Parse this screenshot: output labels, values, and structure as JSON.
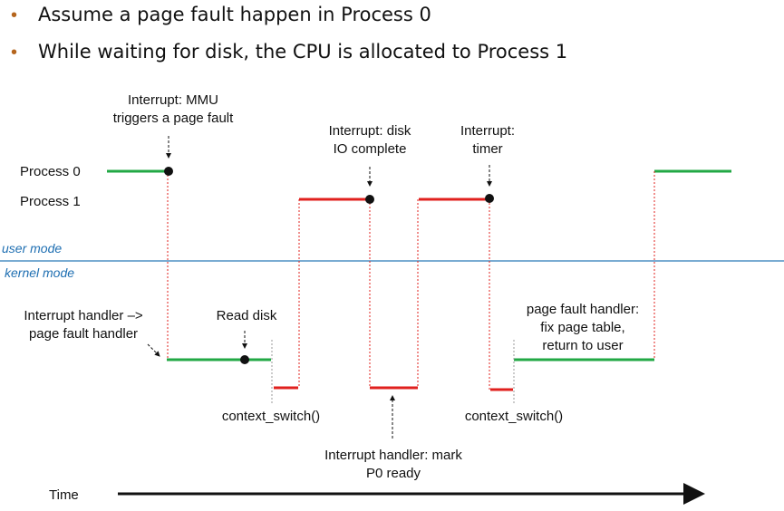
{
  "bullets": [
    "Assume a page fault happen in Process 0",
    "While waiting for disk, the CPU is allocated to Process 1"
  ],
  "lanes": {
    "process0": "Process 0",
    "process1": "Process 1"
  },
  "modes": {
    "user": "user mode",
    "kernel": "kernel mode"
  },
  "annotations": {
    "mmu_fault": [
      "Interrupt: MMU",
      "triggers a page fault"
    ],
    "disk_io": [
      "Interrupt: disk",
      "IO complete"
    ],
    "timer": [
      "Interrupt:",
      "timer"
    ],
    "interrupt_handler": [
      "Interrupt handler –>",
      "page fault handler"
    ],
    "read_disk": "Read disk",
    "context_switch_1": "context_switch()",
    "context_switch_2": "context_switch()",
    "mark_ready": [
      "Interrupt handler: mark",
      "P0 ready"
    ],
    "pf_handler": [
      "page fault handler:",
      "fix page table,",
      "return to user"
    ]
  },
  "time_label": "Time",
  "colors": {
    "process0_line": "#22a845",
    "process1_line": "#e0201e",
    "divider": "#2a7ab8",
    "bullet": "#b5651d"
  }
}
